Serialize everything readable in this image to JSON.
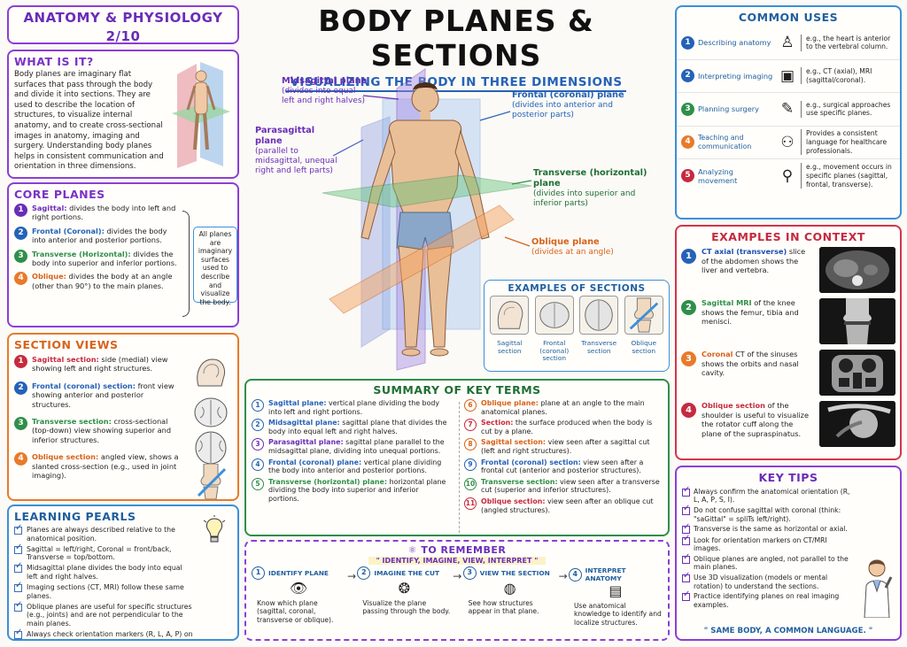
{
  "header": {
    "series": "ANATOMY & PHYSIOLOGY",
    "part": "2/10",
    "title": "BODY PLANES & SECTIONS",
    "subtitle": "VISUALIZING THE BODY IN THREE DIMENSIONS"
  },
  "what": {
    "title": "WHAT IS IT?",
    "text": "Body planes are imaginary flat surfaces that pass through the body and divide it into sections. They are used to describe the location of structures, to visualize internal anatomy, and to create cross-sectional images in anatomy, imaging and surgery. Understanding body planes helps in consistent communication and orientation in three dimensions."
  },
  "core": {
    "title": "CORE PLANES",
    "items": [
      {
        "num": "1",
        "term": "Sagittal:",
        "desc": " divides the body into left and right portions."
      },
      {
        "num": "2",
        "term": "Frontal (Coronal):",
        "desc": " divides the body into anterior and posterior portions."
      },
      {
        "num": "3",
        "term": "Transverse (Horizontal):",
        "desc": " divides the body into superior and inferior portions."
      },
      {
        "num": "4",
        "term": "Oblique:",
        "desc": " divides the body at an angle (other than 90°) to the main planes."
      }
    ],
    "note": "All planes are imaginary surfaces used to describe and visualize the body."
  },
  "sections": {
    "title": "SECTION VIEWS",
    "items": [
      {
        "num": "1",
        "term": "Sagittal section:",
        "desc": " side (medial) view showing left and right structures."
      },
      {
        "num": "2",
        "term": "Frontal (coronal) section:",
        "desc": " front view showing anterior and posterior structures."
      },
      {
        "num": "3",
        "term": "Transverse section:",
        "desc": " cross-sectional (top-down) view showing superior and inferior structures."
      },
      {
        "num": "4",
        "term": "Oblique section:",
        "desc": " angled view, shows a slanted cross-section (e.g., used in joint imaging)."
      }
    ]
  },
  "pearls": {
    "title": "LEARNING PEARLS",
    "items": [
      "Planes are always described relative to the anatomical position.",
      "Sagittal = left/right, Coronal = front/back, Transverse = top/bottom.",
      "Midsagittal plane divides the body into equal left and right halves.",
      "Imaging sections (CT, MRI) follow these same planes.",
      "Oblique planes are useful for specific structures (e.g., joints) and are not perpendicular to the main planes.",
      "Always check orientation markers (R, L, A, P) on images."
    ]
  },
  "figure": {
    "midsagittal": {
      "name": "Midsagittal plane",
      "desc": "(divides into equal left and right halves)"
    },
    "parasagittal": {
      "name": "Parasagittal plane",
      "desc": "(parallel to midsagittal, unequal right and left parts)"
    },
    "frontal": {
      "name": "Frontal (coronal) plane",
      "desc": "(divides into anterior and posterior parts)"
    },
    "transverse": {
      "name": "Transverse (horizontal) plane",
      "desc": "(divides into superior and inferior parts)"
    },
    "oblique": {
      "name": "Oblique plane",
      "desc": "(divides at an angle)"
    }
  },
  "examples": {
    "title": "EXAMPLES OF SECTIONS",
    "items": [
      {
        "cap": "Sagittal section"
      },
      {
        "cap": "Frontal (coronal) section"
      },
      {
        "cap": "Transverse section"
      },
      {
        "cap": "Oblique section"
      }
    ]
  },
  "summary": {
    "title": "SUMMARY OF KEY TERMS",
    "left": [
      {
        "num": "1",
        "term": "Sagittal plane:",
        "desc": " vertical plane dividing the body into left and right portions."
      },
      {
        "num": "2",
        "term": "Midsagittal plane:",
        "desc": " sagittal plane that divides the body into equal left and right halves."
      },
      {
        "num": "3",
        "term": "Parasagittal plane:",
        "desc": " sagittal plane parallel to the midsagittal plane, dividing into unequal portions."
      },
      {
        "num": "4",
        "term": "Frontal (coronal) plane:",
        "desc": " vertical plane dividing the body into anterior and posterior portions."
      },
      {
        "num": "5",
        "term": "Transverse (horizontal) plane:",
        "desc": " horizontal plane dividing the body into superior and inferior portions."
      }
    ],
    "right": [
      {
        "num": "6",
        "term": "Oblique plane:",
        "desc": " plane at an angle to the main anatomical planes."
      },
      {
        "num": "7",
        "term": "Section:",
        "desc": " the surface produced when the body is cut by a plane."
      },
      {
        "num": "8",
        "term": "Sagittal section:",
        "desc": " view seen after a sagittal cut (left and right structures)."
      },
      {
        "num": "9",
        "term": "Frontal (coronal) section:",
        "desc": " view seen after a frontal cut (anterior and posterior structures)."
      },
      {
        "num": "10",
        "term": "Transverse section:",
        "desc": " view seen after a transverse cut (superior and inferior structures)."
      },
      {
        "num": "11",
        "term": "Oblique section:",
        "desc": " view seen after an oblique cut (angled structures)."
      }
    ]
  },
  "remember": {
    "title": "TO REMEMBER",
    "motto": "\" IDENTIFY, IMAGINE, VIEW, INTERPRET \"",
    "steps": [
      {
        "num": "1",
        "label": "IDENTIFY PLANE",
        "desc": "Know which plane (sagittal, coronal, transverse or oblique)."
      },
      {
        "num": "2",
        "label": "IMAGINE THE CUT",
        "desc": "Visualize the plane passing through the body."
      },
      {
        "num": "3",
        "label": "VIEW THE SECTION",
        "desc": "See how structures appear in that plane."
      },
      {
        "num": "4",
        "label": "INTERPRET ANATOMY",
        "desc": "Use anatomical knowledge to identify and localize structures."
      }
    ]
  },
  "uses": {
    "title": "COMMON USES",
    "items": [
      {
        "num": "1",
        "label": "Describing anatomy",
        "icon": "torso-icon",
        "ex": "e.g., the heart is anterior to the vertebral column."
      },
      {
        "num": "2",
        "label": "Interpreting imaging",
        "icon": "monitor-icon",
        "ex": "e.g., CT (axial), MRI (sagittal/coronal)."
      },
      {
        "num": "3",
        "label": "Planning surgery",
        "icon": "scalpel-icon",
        "ex": "e.g., surgical approaches use specific planes."
      },
      {
        "num": "4",
        "label": "Teaching and communication",
        "icon": "group-icon",
        "ex": "Provides a consistent language for healthcare professionals."
      },
      {
        "num": "5",
        "label": "Analyzing movement",
        "icon": "runner-icon",
        "ex": "e.g., movement occurs in specific planes (sagittal, frontal, transverse)."
      }
    ]
  },
  "context": {
    "title": "EXAMPLES IN CONTEXT",
    "items": [
      {
        "num": "1",
        "term": "CT axial (transverse)",
        "desc": " slice of the abdomen shows the liver and vertebra."
      },
      {
        "num": "2",
        "term": "Sagittal MRI",
        "desc": " of the knee shows the femur, tibia and menisci."
      },
      {
        "num": "3",
        "term": "Coronal",
        "desc": " CT of the sinuses shows the orbits and nasal cavity."
      },
      {
        "num": "4",
        "term": "Oblique section",
        "desc": " of the shoulder is useful to visualize the rotator cuff along the plane of the supraspinatus."
      }
    ]
  },
  "tips": {
    "title": "KEY TIPS",
    "items": [
      "Always confirm the anatomical orientation (R, L, A, P, S, I).",
      "Do not confuse sagittal with coronal (think: \"saGittal\" = spliTs left/right).",
      "Transverse is the same as horizontal or axial.",
      "Look for orientation markers on CT/MRI images.",
      "Oblique planes are angled, not parallel to the main planes.",
      "Use 3D visualization (models or mental rotation) to understand the sections.",
      "Practice identifying planes on real imaging examples."
    ],
    "footer": "\" SAME BODY, A COMMON LANGUAGE. \""
  },
  "colors": {
    "purple": "#8b3fd6",
    "blue": "#1f5f9e",
    "green": "#2f8f4a",
    "orange": "#e87a2a",
    "red": "#d6334a"
  }
}
